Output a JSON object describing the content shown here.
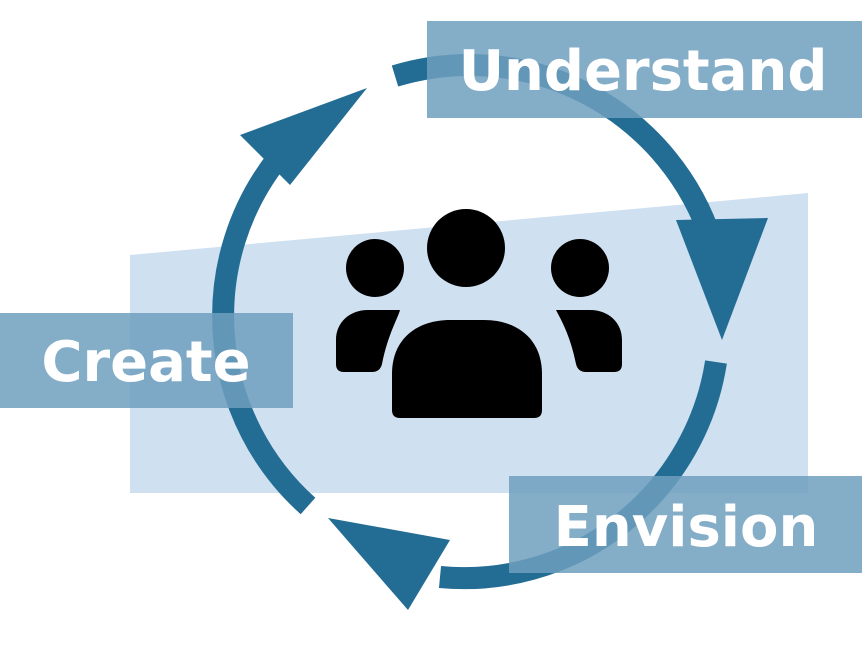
{
  "labels": {
    "understand": "Understand",
    "create": "Create",
    "envision": "Envision"
  },
  "center_icon": "users-group-icon",
  "cycle_arrows": [
    "arrow-understand-to-envision",
    "arrow-envision-to-create",
    "arrow-create-to-understand"
  ],
  "colors": {
    "arrow": "#236d94",
    "label_box": "#6f9fbe",
    "backdrop": "#cfe0f1",
    "label_text": "#ffffff",
    "icon": "#000000"
  }
}
